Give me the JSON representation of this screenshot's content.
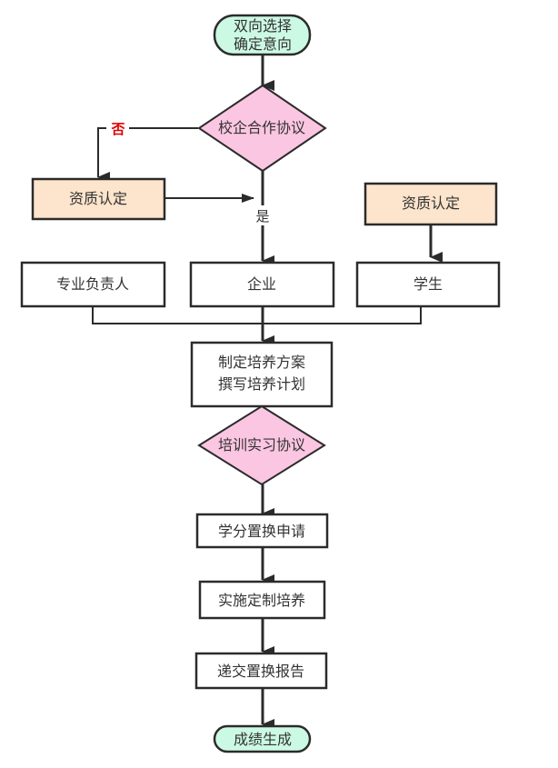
{
  "colors": {
    "terminal_fill": "#ccf9e4",
    "decision_fill": "#fbc6e2",
    "qualification_fill": "#fde4cc",
    "process_fill": "#ffffff",
    "line": "#2b2b2b",
    "no_label": "#e00000"
  },
  "nodes": {
    "start": {
      "line1": "双向选择",
      "line2": "确定意向"
    },
    "decision_agreement": {
      "label": "校企合作协议"
    },
    "qualification_left": {
      "label": "资质认定"
    },
    "qualification_right": {
      "label": "资质认定"
    },
    "major_leader": {
      "label": "专业负责人"
    },
    "enterprise": {
      "label": "企业"
    },
    "student": {
      "label": "学生"
    },
    "plan": {
      "line1": "制定培养方案",
      "line2": "撰写培养计划"
    },
    "decision_training": {
      "label": "培训实习协议"
    },
    "credit_application": {
      "label": "学分置换申请"
    },
    "custom_training": {
      "label": "实施定制培养"
    },
    "submit_report": {
      "label": "递交置换报告"
    },
    "end": {
      "label": "成绩生成"
    }
  },
  "edge_labels": {
    "no": "否",
    "yes": "是"
  }
}
